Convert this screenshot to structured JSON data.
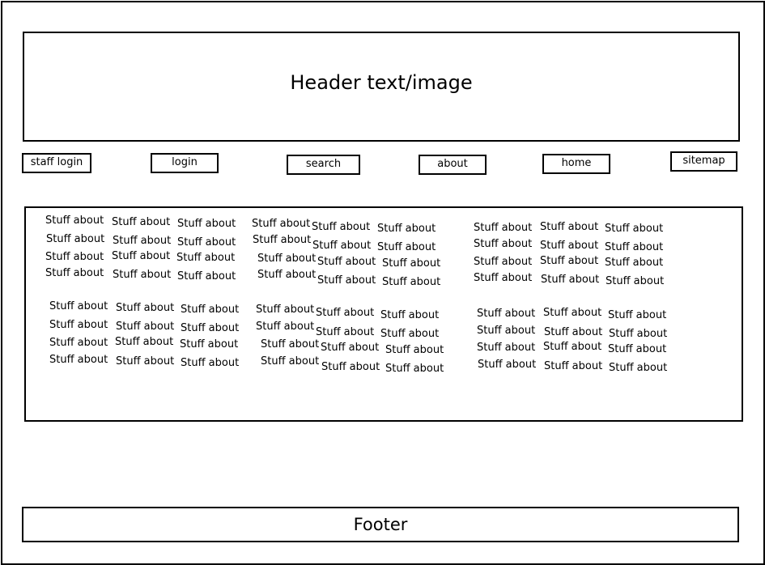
{
  "header": {
    "text": "Header text/image"
  },
  "nav": {
    "staff_login": "staff login",
    "login": "login",
    "search": "search",
    "about": "about",
    "home": "home",
    "sitemap": "sitemap"
  },
  "content": {
    "item_text": "Stuff about"
  },
  "footer": {
    "text": "Footer"
  }
}
